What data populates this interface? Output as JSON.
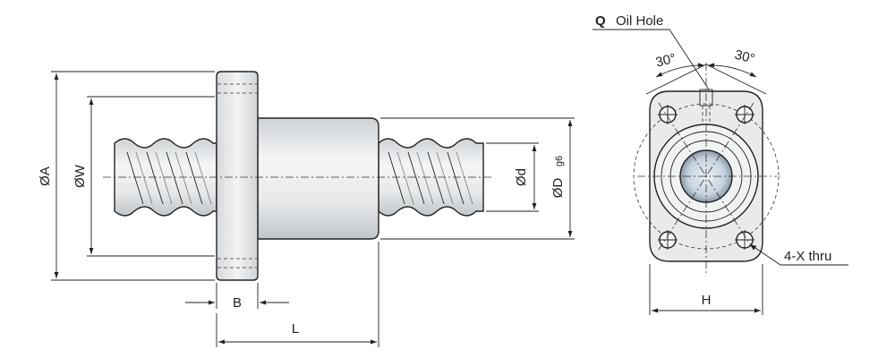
{
  "labels": {
    "dia_a": "ØA",
    "dia_w": "ØW",
    "dia_d": "Ød",
    "dia_D": "ØD",
    "dia_D_tol": "g6",
    "b": "B",
    "l": "L",
    "h": "H",
    "q": "Q",
    "oil_hole": "Oil Hole",
    "angle_left": "30°",
    "angle_right": "30°",
    "thru": "4-X thru"
  }
}
